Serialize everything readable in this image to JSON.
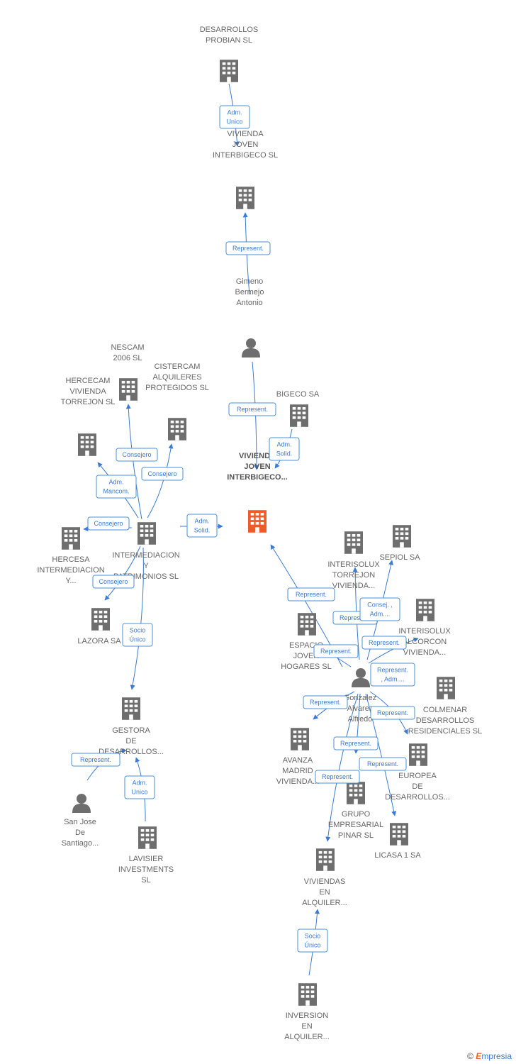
{
  "colors": {
    "company": "#6e6e6e",
    "focus": "#f05a28",
    "person": "#6e6e6e",
    "edge": "#3a7bd5"
  },
  "nodes": [
    {
      "id": "n1",
      "type": "company",
      "lines": [
        "DESARROLLOS",
        "PROBIAN SL"
      ]
    },
    {
      "id": "n2",
      "type": "company",
      "lines": [
        "VIVIENDA",
        "JOVEN",
        "INTERBIGECO SL"
      ]
    },
    {
      "id": "n3",
      "type": "person",
      "lines": [
        "Gimeno",
        "Bermejo",
        "Antonio"
      ]
    },
    {
      "id": "n4",
      "type": "company",
      "lines": [
        "BIGECO SA"
      ]
    },
    {
      "id": "n5",
      "type": "focus",
      "lines": [
        "VIVIENDA",
        "JOVEN",
        "INTERBIGECO..."
      ]
    },
    {
      "id": "n6",
      "type": "company",
      "lines": [
        "NESCAM",
        "2006 SL"
      ]
    },
    {
      "id": "n7",
      "type": "company",
      "lines": [
        "CISTERCAM",
        "ALQUILERES",
        "PROTEGIDOS SL"
      ]
    },
    {
      "id": "n8",
      "type": "company",
      "lines": [
        "HERCECAM",
        "VIVIENDA",
        "TORREJON SL"
      ]
    },
    {
      "id": "n9",
      "type": "company",
      "lines": [
        "INTERMEDIACION",
        "Y",
        "PATRIMONIOS SL"
      ]
    },
    {
      "id": "n10",
      "type": "company",
      "lines": [
        "HERCESA",
        "INTERMEDIACION",
        "Y..."
      ]
    },
    {
      "id": "n11",
      "type": "company",
      "lines": [
        "LAZORA SA"
      ]
    },
    {
      "id": "n12",
      "type": "company",
      "lines": [
        "GESTORA",
        "DE",
        "DESARROLLOS..."
      ]
    },
    {
      "id": "n13",
      "type": "person",
      "lines": [
        "San Jose",
        "De",
        "Santiago..."
      ]
    },
    {
      "id": "n14",
      "type": "company",
      "lines": [
        "LAVISIER",
        "INVESTMENTS",
        "SL"
      ]
    },
    {
      "id": "n15",
      "type": "company",
      "lines": [
        "INTERISOLUX",
        "TORREJON",
        "VIVIENDA..."
      ]
    },
    {
      "id": "n16",
      "type": "company",
      "lines": [
        "SEPIOL SA"
      ]
    },
    {
      "id": "n17",
      "type": "company",
      "lines": [
        "INTERISOLUX",
        "ALCORCON",
        "VIVIENDA..."
      ]
    },
    {
      "id": "n18",
      "type": "company",
      "lines": [
        "ESPACIO",
        "JOVEN",
        "HOGARES SL"
      ]
    },
    {
      "id": "n19",
      "type": "person",
      "lines": [
        "Gonzalez",
        "Alvarez",
        "Alfredo"
      ]
    },
    {
      "id": "n20",
      "type": "company",
      "lines": [
        "COLMENAR",
        "DESARROLLOS",
        "RESIDENCIALES SL"
      ]
    },
    {
      "id": "n21",
      "type": "company",
      "lines": [
        "AVANZA",
        "MADRID",
        "VIVIENDA..."
      ]
    },
    {
      "id": "n22",
      "type": "company",
      "lines": [
        "EUROPEA",
        "DE",
        "DESARROLLOS..."
      ]
    },
    {
      "id": "n23",
      "type": "company",
      "lines": [
        "GRUPO",
        "EMPRESARIAL",
        "PINAR SL"
      ]
    },
    {
      "id": "n24",
      "type": "company",
      "lines": [
        "LICASA 1 SA"
      ]
    },
    {
      "id": "n25",
      "type": "company",
      "lines": [
        "VIVIENDAS",
        "EN",
        "ALQUILER..."
      ]
    },
    {
      "id": "n26",
      "type": "company",
      "lines": [
        "INVERSION",
        "EN",
        "ALQUILER..."
      ]
    }
  ],
  "edges": [
    {
      "from": "n1",
      "to": "n2",
      "label": [
        "Adm.",
        "Unico"
      ]
    },
    {
      "from": "n3",
      "to": "n2",
      "label": [
        "Represent."
      ]
    },
    {
      "from": "n3",
      "to": "n5",
      "label": [
        "Represent."
      ]
    },
    {
      "from": "n4",
      "to": "n5",
      "label": [
        "Adm.",
        "Solid."
      ]
    },
    {
      "from": "n9",
      "to": "n5",
      "label": [
        "Adm.",
        "Solid."
      ]
    },
    {
      "from": "n9",
      "to": "n6",
      "label": [
        "Consejero"
      ]
    },
    {
      "from": "n9",
      "to": "n7",
      "label": [
        "Consejero"
      ]
    },
    {
      "from": "n9",
      "to": "n8",
      "label": [
        "Adm.",
        "Mancom."
      ]
    },
    {
      "from": "n9",
      "to": "n10",
      "label": [
        "Consejero"
      ]
    },
    {
      "from": "n9",
      "to": "n11",
      "label": [
        "Consejero"
      ]
    },
    {
      "from": "n9",
      "to": "n12",
      "label": [
        "Socio",
        "Único"
      ]
    },
    {
      "from": "n13",
      "to": "n12",
      "label": [
        "Represent."
      ]
    },
    {
      "from": "n14",
      "to": "n12",
      "label": [
        "Adm.",
        "Unico"
      ]
    },
    {
      "from": "n19",
      "to": "n5",
      "label": [
        "Represent."
      ]
    },
    {
      "from": "n19",
      "to": "n15",
      "label": [
        "Represent."
      ]
    },
    {
      "from": "n19",
      "to": "n16",
      "label": [
        "Consej. ,",
        "Adm...."
      ]
    },
    {
      "from": "n19",
      "to": "n17",
      "label": [
        "Represent."
      ]
    },
    {
      "from": "n19",
      "to": "n18",
      "label": [
        "Represent."
      ]
    },
    {
      "from": "n19",
      "to": "n20",
      "label": [
        "Represent.",
        ", Adm...."
      ]
    },
    {
      "from": "n19",
      "to": "n21",
      "label": [
        "Represent."
      ]
    },
    {
      "from": "n19",
      "to": "n22",
      "label": [
        "Represent."
      ]
    },
    {
      "from": "n19",
      "to": "n23",
      "label": [
        "Represent."
      ]
    },
    {
      "from": "n19",
      "to": "n24",
      "label": [
        "Represent."
      ]
    },
    {
      "from": "n19",
      "to": "n25",
      "label": [
        "Represent."
      ]
    },
    {
      "from": "n26",
      "to": "n25",
      "label": [
        "Socio",
        "Único"
      ]
    }
  ],
  "watermark": {
    "copyright": "©",
    "brand_initial": "E",
    "brand_rest": "mpresia"
  }
}
